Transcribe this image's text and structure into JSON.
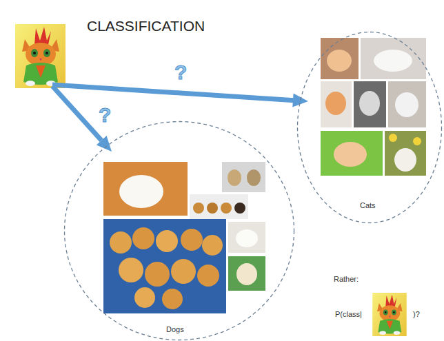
{
  "diagram": {
    "title": "CLASSIFICATION",
    "nodes": [
      {
        "text": [
          "Cats"
        ]
      },
      {
        "text": [
          "Dogs"
        ]
      }
    ],
    "labels": [
      "?",
      "?",
      "Rather:",
      "P(class|",
      ")?"
    ]
  }
}
